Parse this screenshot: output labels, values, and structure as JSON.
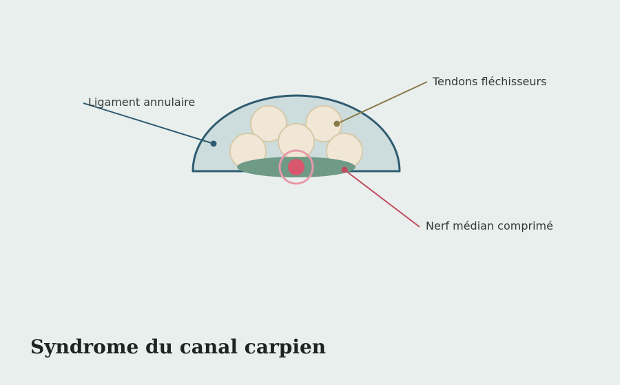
{
  "title": "Syndrome du canal carpien",
  "labels": {
    "ligament": "Ligament annulaire",
    "tendons": "Tendons fléchisseurs",
    "nerve": "Nerf médian comprimé"
  },
  "colors": {
    "background": "#e9efed",
    "ligament": "#2e5b70",
    "canal_fill": "#cddcdc",
    "tendon_fill": "#f1e7d6",
    "tendon_stroke": "#d7c9a8",
    "tendon_leader": "#8a7a4a",
    "nerve_sheath": "#6e9a86",
    "nerve": "#d9566f",
    "nerve_leader": "#c24a5e"
  }
}
